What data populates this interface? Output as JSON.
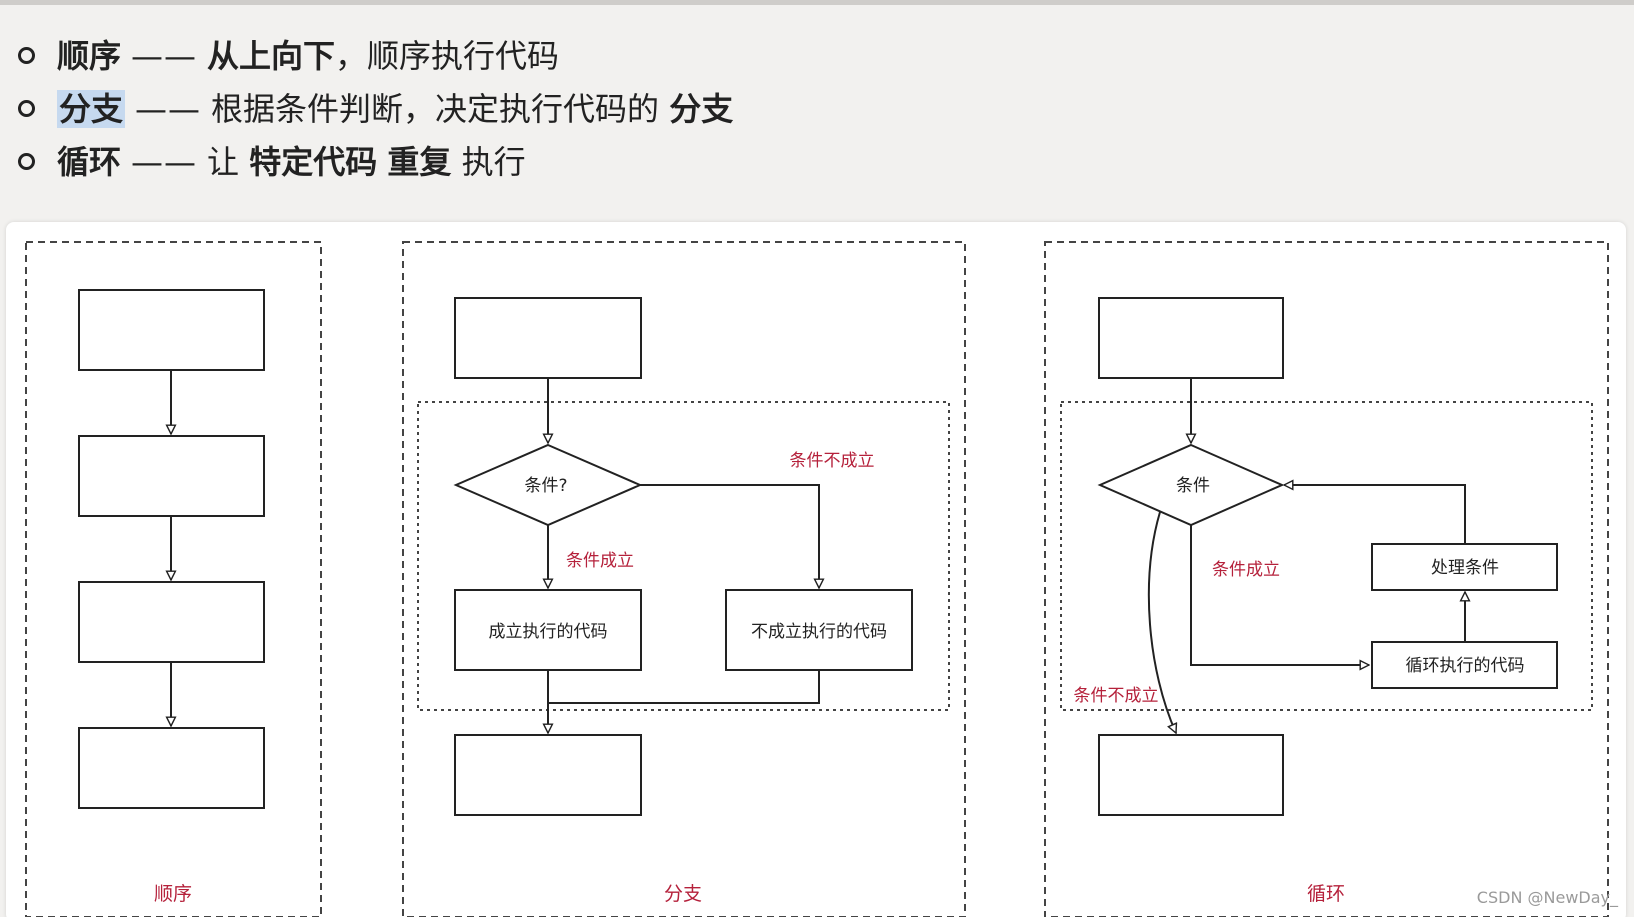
{
  "bullets": [
    {
      "parts": [
        {
          "text": "顺序",
          "bold": true
        },
        {
          "text": "——",
          "dash": true
        },
        {
          "text": "从上向下",
          "bold": true
        },
        {
          "text": "，顺序执行代码"
        }
      ]
    },
    {
      "parts": [
        {
          "text": "分支",
          "bold": true,
          "highlight": true
        },
        {
          "text": "——",
          "dash": true
        },
        {
          "text": "根据条件判断，决定执行代码的 "
        },
        {
          "text": "分支",
          "bold": true
        }
      ]
    },
    {
      "parts": [
        {
          "text": "循环",
          "bold": true
        },
        {
          "text": "——",
          "dash": true
        },
        {
          "text": "让 "
        },
        {
          "text": "特定代码",
          "bold": true
        },
        {
          "text": " "
        },
        {
          "text": "重复",
          "bold": true
        },
        {
          "text": " 执行"
        }
      ]
    }
  ],
  "diagrams": {
    "sequence": {
      "caption": "顺序"
    },
    "branch": {
      "caption": "分支",
      "condition": "条件?",
      "true_label": "条件成立",
      "false_label": "条件不成立",
      "true_box": "成立执行的代码",
      "false_box": "不成立执行的代码"
    },
    "loop": {
      "caption": "循环",
      "condition": "条件",
      "true_label": "条件成立",
      "false_label": "条件不成立",
      "body_box": "循环执行的代码",
      "update_box": "处理条件"
    }
  },
  "colors": {
    "label_red": "#b5213b",
    "line": "#222222",
    "highlight": "#c6d9ef"
  },
  "watermark": "CSDN @NewDay_"
}
